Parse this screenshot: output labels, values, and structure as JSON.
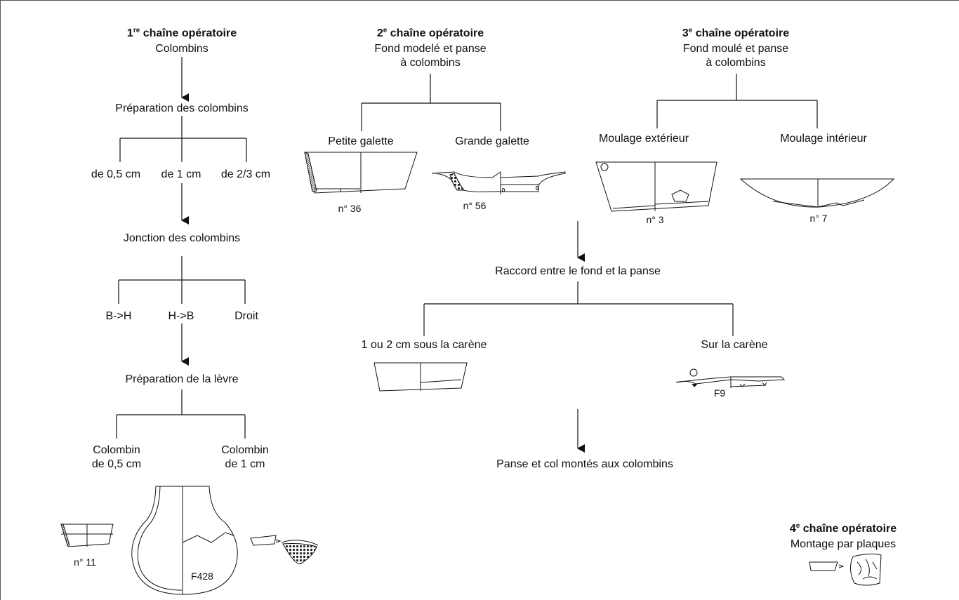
{
  "chain1": {
    "number": "1",
    "sup": "re",
    "title": "chaîne opératoire",
    "subtitle": "Colombins",
    "prep_colombins": "Préparation des colombins",
    "size_a": "de 0,5 cm",
    "size_b": "de 1 cm",
    "size_c": "de 2/3 cm",
    "jonction": "Jonction des colombins",
    "dir_a": "B->H",
    "dir_b": "H->B",
    "dir_c": "Droit",
    "prep_levre": "Préparation de la lèvre",
    "lip_a_line1": "Colombin",
    "lip_a_line2": "de 0,5 cm",
    "lip_b_line1": "Colombin",
    "lip_b_line2": "de 1 cm",
    "ref_11": "n° 11",
    "ref_f428": "F428"
  },
  "chain2": {
    "number": "2",
    "sup": "e",
    "title": "chaîne opératoire",
    "sub1": "Fond modelé et panse",
    "sub2": "à colombins",
    "left": "Petite galette",
    "right": "Grande galette",
    "ref_36": "n° 36",
    "ref_56": "n° 56"
  },
  "chain3": {
    "number": "3",
    "sup": "e",
    "title": "chaîne opératoire",
    "sub1": "Fond moulé et panse",
    "sub2": "à colombins",
    "left": "Moulage extérieur",
    "right": "Moulage intérieur",
    "ref_3": "n° 3",
    "ref_7": "n° 7"
  },
  "shared": {
    "raccord": "Raccord entre le fond et la panse",
    "left": "1 ou 2 cm sous la carène",
    "right": "Sur la carène",
    "ref_f9": "F9",
    "final": "Panse et col montés aux colombins"
  },
  "chain4": {
    "number": "4",
    "sup": "e",
    "title": "chaîne opératoire",
    "subtitle": "Montage par plaques"
  }
}
